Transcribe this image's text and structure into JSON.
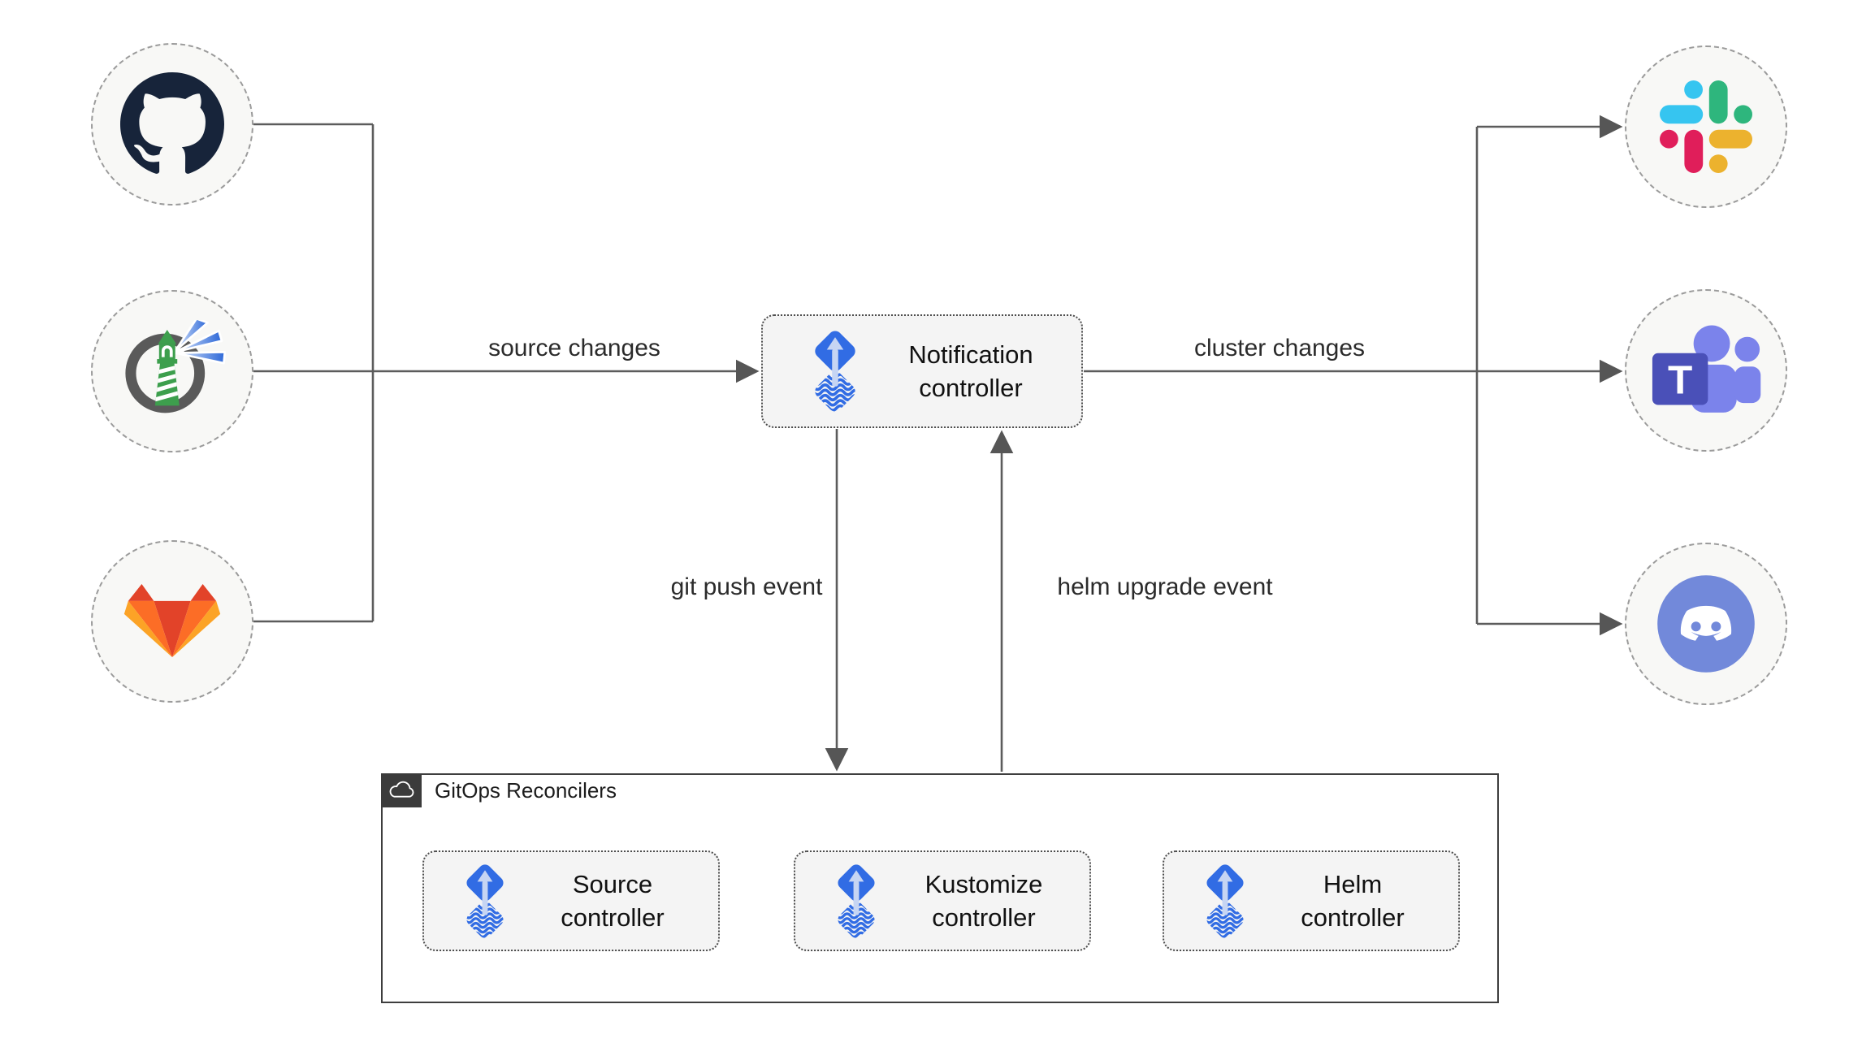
{
  "sources": [
    {
      "name": "GitHub",
      "icon": "github-icon"
    },
    {
      "name": "Harbor",
      "icon": "harbor-icon"
    },
    {
      "name": "GitLab",
      "icon": "gitlab-icon"
    }
  ],
  "targets": [
    {
      "name": "Slack",
      "icon": "slack-icon"
    },
    {
      "name": "Microsoft Teams",
      "icon": "teams-icon"
    },
    {
      "name": "Discord",
      "icon": "discord-icon"
    }
  ],
  "notification_controller": {
    "label": "Notification controller",
    "icon": "flux-icon"
  },
  "edges": {
    "source_changes": "source changes",
    "cluster_changes": "cluster changes",
    "git_push_event": "git push event",
    "helm_upgrade_event": "helm upgrade event"
  },
  "gitops_group": {
    "label": "GitOps Reconcilers",
    "icon": "cloud-icon",
    "controllers": [
      {
        "label": "Source controller",
        "icon": "flux-icon"
      },
      {
        "label": "Kustomize controller",
        "icon": "flux-icon"
      },
      {
        "label": "Helm controller",
        "icon": "flux-icon"
      }
    ]
  },
  "colors": {
    "flux_blue": "#316ce4",
    "flux_arrow_light": "#c6d5f3",
    "line_gray": "#5c5c5c",
    "box_fill": "#f4f4f4",
    "node_fill": "#f8f8f6",
    "github_navy": "#17243a",
    "harbor_green": "#3d9f4d",
    "discord_blurple": "#7289da",
    "teams_purple": "#4a50b8",
    "teams_light_purple": "#7b83eb",
    "slack": [
      "#36c5f0",
      "#2eb67d",
      "#e01e5a",
      "#ecb22e"
    ],
    "gitlab": [
      "#e24329",
      "#fc6d26",
      "#fca326"
    ]
  }
}
